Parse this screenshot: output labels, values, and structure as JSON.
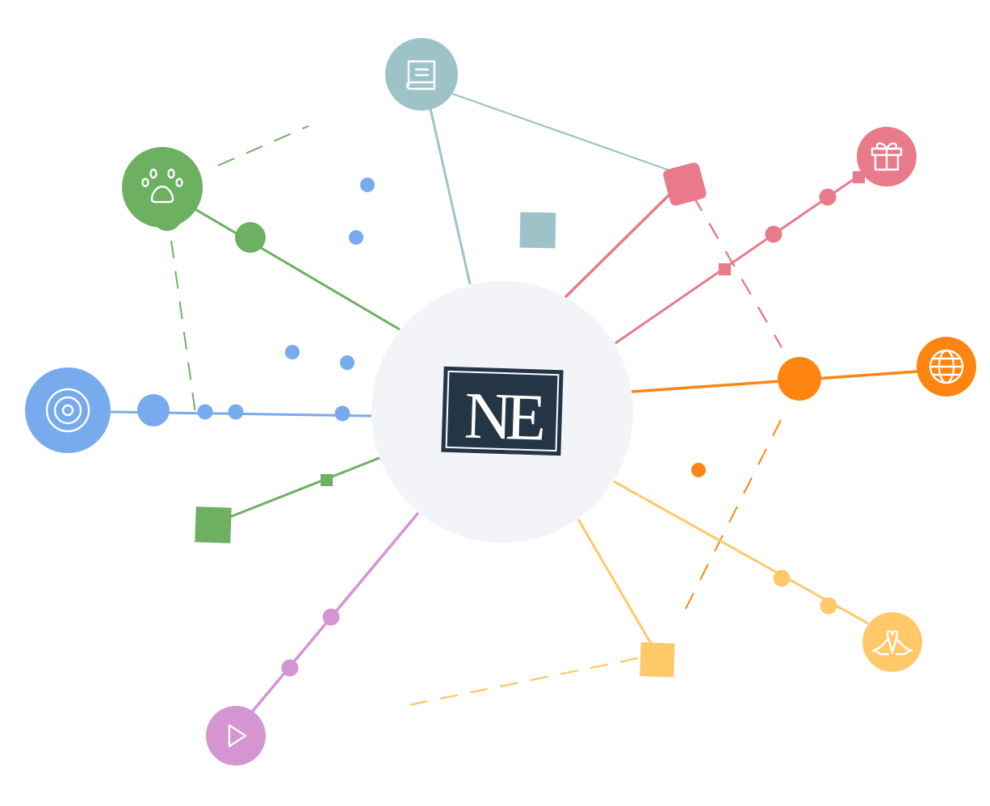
{
  "logo": {
    "text": "NE",
    "bg": "#243646",
    "fg": "#ffffff"
  },
  "hub": {
    "fill": "#f2f4f8"
  },
  "colors": {
    "green": "#6db062",
    "blue": "#78aaee",
    "teal": "#9dc3c9",
    "pink": "#e87a8a",
    "orange": "#ff8512",
    "yellow": "#ffc96a",
    "purple": "#d594d2"
  },
  "nodes": [
    {
      "id": "book",
      "icon": "book-icon",
      "color": "teal"
    },
    {
      "id": "paw",
      "icon": "paw-icon",
      "color": "green"
    },
    {
      "id": "target",
      "icon": "target-icon",
      "color": "blue"
    },
    {
      "id": "play",
      "icon": "play-icon",
      "color": "purple"
    },
    {
      "id": "hands",
      "icon": "praying-hands-icon",
      "color": "yellow"
    },
    {
      "id": "globe",
      "icon": "globe-icon",
      "color": "orange"
    },
    {
      "id": "gift",
      "icon": "gift-icon",
      "color": "pink"
    }
  ]
}
